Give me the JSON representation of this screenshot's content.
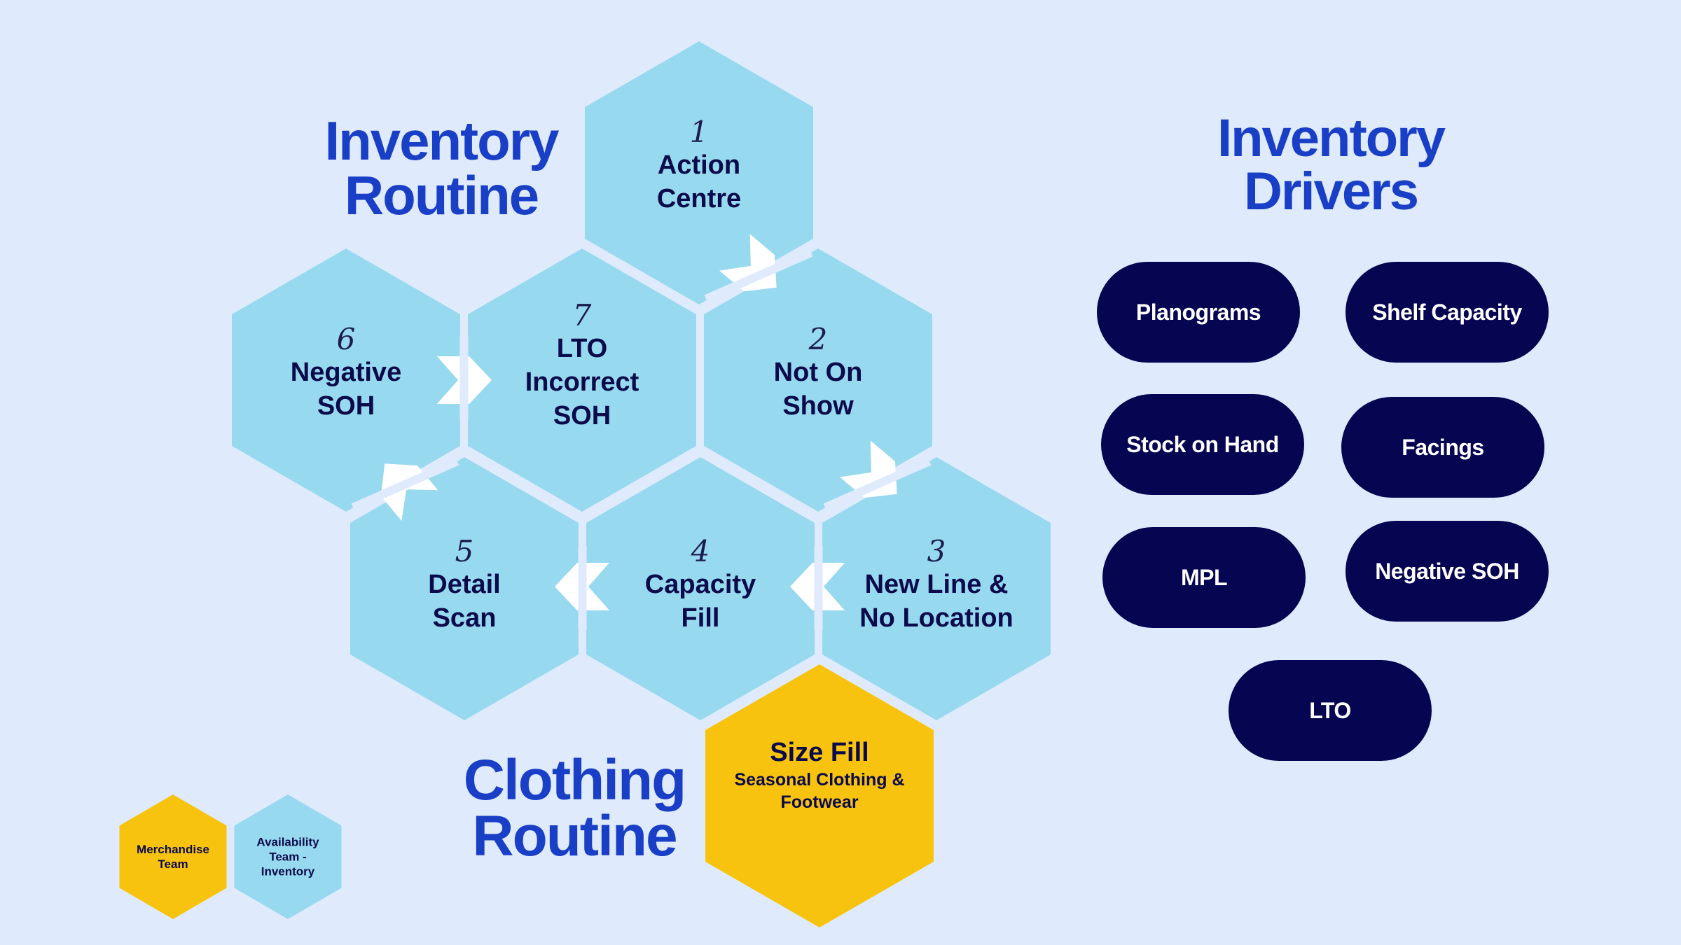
{
  "colors": {
    "background": "#dfebfd",
    "title_blue": "#1a3fc7",
    "hex_blue": "#97d9ef",
    "hex_yellow": "#f7c30e",
    "navy": "#050551",
    "text_dark": "#0b0a4a",
    "arrow": "#ffffff"
  },
  "titles": {
    "inventory_routine": [
      "Inventory",
      "Routine"
    ],
    "clothing_routine": [
      "Clothing",
      "Routine"
    ],
    "inventory_drivers": [
      "Inventory",
      "Drivers"
    ]
  },
  "routine_steps": [
    {
      "id": "hex-1",
      "number": "1",
      "lines": [
        "Action",
        "Centre"
      ],
      "color": "blue"
    },
    {
      "id": "hex-2",
      "number": "2",
      "lines": [
        "Not On",
        "Show"
      ],
      "color": "blue"
    },
    {
      "id": "hex-3",
      "number": "3",
      "lines": [
        "New Line &",
        "No Location"
      ],
      "color": "blue"
    },
    {
      "id": "hex-4",
      "number": "4",
      "lines": [
        "Capacity",
        "Fill"
      ],
      "color": "blue"
    },
    {
      "id": "hex-5",
      "number": "5",
      "lines": [
        "Detail",
        "Scan"
      ],
      "color": "blue"
    },
    {
      "id": "hex-6",
      "number": "6",
      "lines": [
        "Negative",
        "SOH"
      ],
      "color": "blue"
    },
    {
      "id": "hex-7",
      "number": "7",
      "lines": [
        "LTO",
        "Incorrect",
        "SOH"
      ],
      "color": "blue"
    }
  ],
  "clothing_step": {
    "title": "Size Fill",
    "subtitle_lines": [
      "Seasonal Clothing &",
      "Footwear"
    ],
    "color": "yellow"
  },
  "flow_arrows": [
    {
      "from": "1",
      "to": "2",
      "direction": "down-right"
    },
    {
      "from": "2",
      "to": "3",
      "direction": "down-right"
    },
    {
      "from": "3",
      "to": "4",
      "direction": "left"
    },
    {
      "from": "4",
      "to": "5",
      "direction": "left"
    },
    {
      "from": "5",
      "to": "6",
      "direction": "up-left"
    },
    {
      "from": "6",
      "to": "7",
      "direction": "right"
    }
  ],
  "inventory_drivers": [
    "Planograms",
    "Shelf Capacity",
    "Stock on Hand",
    "Facings",
    "MPL",
    "Negative SOH",
    "LTO"
  ],
  "legend": [
    {
      "label_lines": [
        "Merchandise",
        "Team"
      ],
      "color": "yellow"
    },
    {
      "label_lines": [
        "Availability",
        "Team -",
        "Inventory"
      ],
      "color": "blue"
    }
  ]
}
